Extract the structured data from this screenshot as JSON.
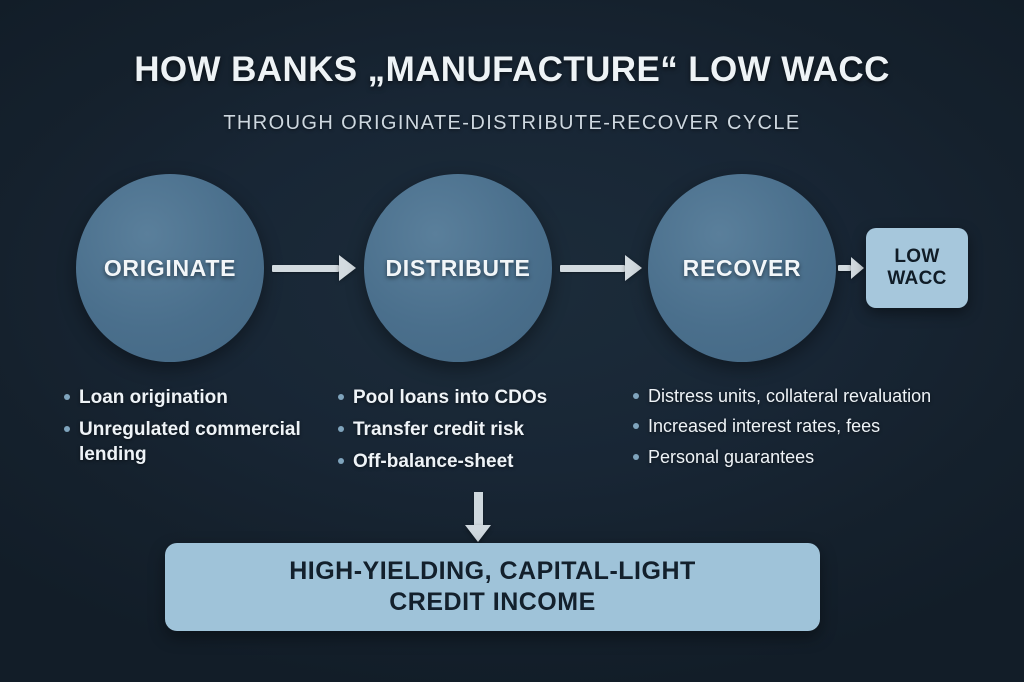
{
  "header": {
    "title": "HOW BANKS „MANUFACTURE“ LOW WACC",
    "subtitle": "THROUGH ORIGINATE-DISTRIBUTE-RECOVER CYCLE"
  },
  "colors": {
    "background": "#16232f",
    "circle_fill": "#4a6f8c",
    "chip_fill": "#a6c7dc",
    "banner_fill": "#9fc3d9",
    "arrow": "#d3dbe0",
    "text_light": "#eef3f7",
    "text_dark": "#13202c",
    "bullet_dot": "#7fa4bd"
  },
  "stages": [
    {
      "id": "originate",
      "label": "ORIGINATE",
      "bullets": [
        "Loan origination",
        "Unregulated commercial lending"
      ]
    },
    {
      "id": "distribute",
      "label": "DISTRIBUTE",
      "bullets": [
        "Pool loans into CDOs",
        "Transfer credit risk",
        "Off-balance-sheet"
      ]
    },
    {
      "id": "recover",
      "label": "RECOVER",
      "bullets": [
        "Distress units, collateral revaluation",
        "Increased interest rates, fees",
        "Personal guarantees"
      ]
    }
  ],
  "result_chip": {
    "line1": "LOW",
    "line2": "WACC"
  },
  "outcome_banner": {
    "line1": "HIGH-YIELDING, CAPITAL-LIGHT",
    "line2": "CREDIT INCOME"
  }
}
